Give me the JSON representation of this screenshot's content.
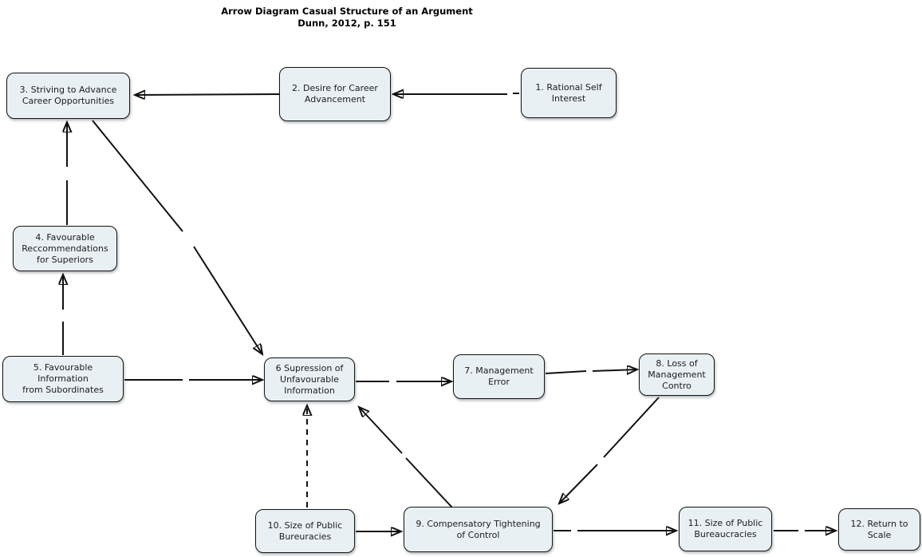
{
  "title": {
    "line1": "Arrow Diagram Casual Structure of an Argument",
    "line2": "Dunn, 2012, p. 151"
  },
  "colors": {
    "node_fill": "#e9f0f4",
    "node_border": "#141414",
    "arrow_line": "#111111",
    "text": "#1c1c1c",
    "background": "#ffffff"
  },
  "nodes": {
    "1": {
      "label": [
        "1. Rational Self",
        "Interest"
      ]
    },
    "2": {
      "label": [
        "2. Desire for Career",
        "Advancement"
      ]
    },
    "3": {
      "label": [
        "3. Striving to Advance",
        "Career Opportunities"
      ]
    },
    "4": {
      "label": [
        "4. Favourable",
        "Reccommendations",
        "for Superiors"
      ]
    },
    "5": {
      "label": [
        "5. Favourable",
        "Information",
        "from Subordinates"
      ]
    },
    "6": {
      "label": [
        "6 Supression of",
        "Unfavourable",
        "Information"
      ]
    },
    "7": {
      "label": [
        "7. Management",
        "Error"
      ]
    },
    "8": {
      "label": [
        "8. Loss of",
        "Management",
        "Contro"
      ]
    },
    "9": {
      "label": [
        "9. Compensatory Tightening",
        "of Control"
      ]
    },
    "10": {
      "label": [
        "10. Size of Public",
        "Bureuracies"
      ]
    },
    "11": {
      "label": [
        "11. Size of Public",
        "Bureaucracies"
      ]
    },
    "12": {
      "label": [
        "12. Return to",
        "Scale"
      ]
    }
  },
  "edges": [
    {
      "from": "1",
      "to": "2",
      "style": "solid"
    },
    {
      "from": "2",
      "to": "3",
      "style": "solid"
    },
    {
      "from": "4",
      "to": "3",
      "style": "solid"
    },
    {
      "from": "5",
      "to": "4",
      "style": "solid"
    },
    {
      "from": "5",
      "to": "6",
      "style": "solid"
    },
    {
      "from": "3",
      "to": "6",
      "style": "solid"
    },
    {
      "from": "6",
      "to": "7",
      "style": "solid"
    },
    {
      "from": "7",
      "to": "8",
      "style": "solid"
    },
    {
      "from": "8",
      "to": "9",
      "style": "solid"
    },
    {
      "from": "9",
      "to": "6",
      "style": "solid"
    },
    {
      "from": "10",
      "to": "6",
      "style": "dashed"
    },
    {
      "from": "10",
      "to": "9",
      "style": "solid"
    },
    {
      "from": "9",
      "to": "11",
      "style": "solid"
    },
    {
      "from": "11",
      "to": "12",
      "style": "solid"
    }
  ]
}
